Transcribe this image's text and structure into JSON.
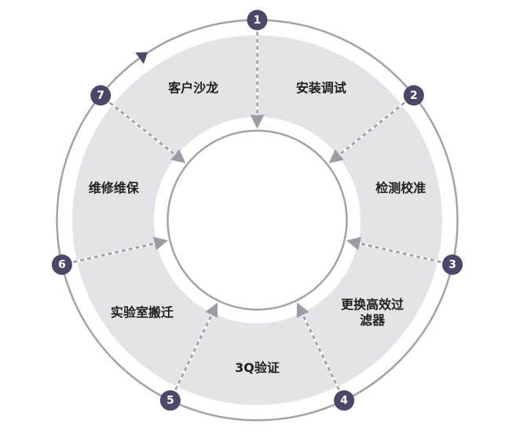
{
  "colors": {
    "segment_fill": "#e4e3e8",
    "separator": "#ffffff",
    "ring_stroke": "#a3a2a9",
    "arrow": "#9d9ca4",
    "step_fill": "#4a4868",
    "step_text": "#ffffff",
    "direction_arrow": "#4a4868",
    "label": "#1f1f1f"
  },
  "steps": [
    {
      "number": "1",
      "label": "安装调试",
      "label_lines": [
        "安装调试"
      ]
    },
    {
      "number": "2",
      "label": "检测校准",
      "label_lines": [
        "检测校准"
      ]
    },
    {
      "number": "3",
      "label": "更换高效过滤器",
      "label_lines": [
        "更换高效过",
        "滤器"
      ]
    },
    {
      "number": "4",
      "label": "3Q验证",
      "label_lines": [
        "3Q验证"
      ]
    },
    {
      "number": "5",
      "label": "实验室搬迁",
      "label_lines": [
        "实验室搬迁"
      ]
    },
    {
      "number": "6",
      "label": "维修维保",
      "label_lines": [
        "维修维保"
      ]
    },
    {
      "number": "7",
      "label": "客户沙龙",
      "label_lines": [
        "客户沙龙"
      ]
    }
  ]
}
